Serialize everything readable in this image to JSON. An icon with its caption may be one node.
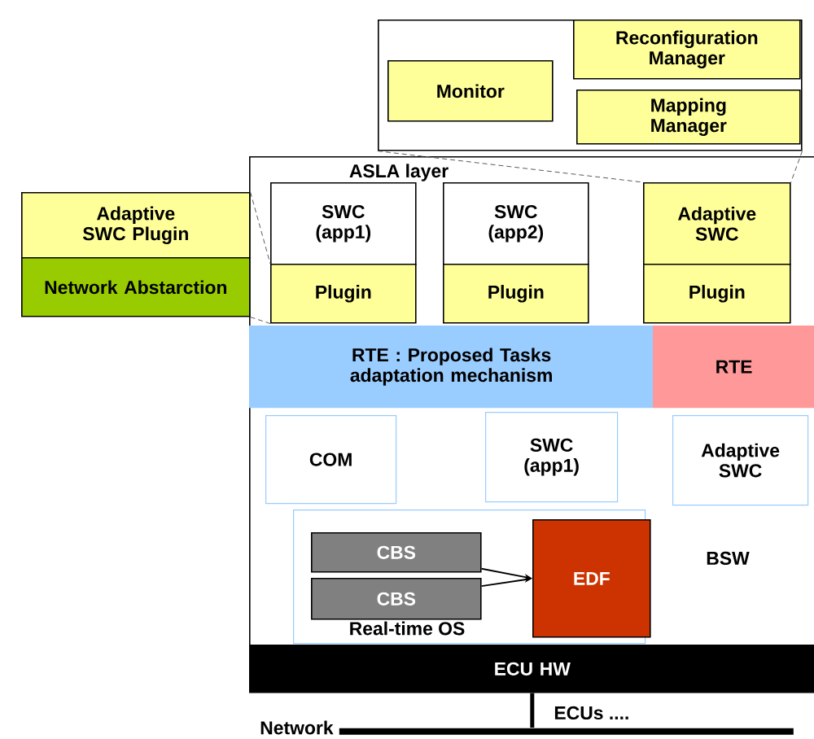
{
  "diagram": {
    "nodes": [
      {
        "text": [],
        "shape": "box"
      },
      {
        "text": [
          "Monitor"
        ],
        "in": 0
      },
      {
        "text": [
          "Reconfiguration Manager"
        ],
        "in": 0
      },
      {
        "text": [
          "Mapping Manager"
        ],
        "in": 0
      },
      {
        "text": [
          "ASLA layer"
        ]
      },
      {
        "text": [
          "Adaptive SWC Plugin"
        ]
      },
      {
        "text": [
          "Network Abstarction"
        ]
      },
      {
        "text": [
          "SWC (app1)"
        ],
        "in": 4
      },
      {
        "text": [
          "Plugin"
        ],
        "in": 4
      },
      {
        "text": [
          "SWC (app2)"
        ],
        "in": 4
      },
      {
        "text": [
          "Plugin"
        ],
        "in": 4
      },
      {
        "text": [
          "Adaptive SWC"
        ],
        "in": 4
      },
      {
        "text": [
          "Plugin"
        ],
        "in": 4
      },
      {
        "text": [
          "RTE : Proposed Tasks adaptation mechanism"
        ],
        "in": 4
      },
      {
        "text": [
          "RTE"
        ],
        "in": 4
      },
      {
        "text": [
          "COM"
        ],
        "in": 4
      },
      {
        "text": [
          "SWC (app1)"
        ],
        "in": 4
      },
      {
        "text": [
          "Adaptive SWC"
        ],
        "in": 4
      },
      {
        "text": [
          "Real-time OS"
        ],
        "in": 4
      },
      {
        "text": [
          "CBS"
        ],
        "in": 18
      },
      {
        "text": [
          "CBS"
        ],
        "in": 18
      },
      {
        "text": [
          "EDF"
        ],
        "in": 18
      },
      {
        "text": [
          "ECU HW"
        ]
      },
      {
        "text": [],
        "shape": "bar"
      }
    ],
    "edges": [
      {
        "from": 5,
        "to": 8,
        "arrow": "none",
        "style": "dashed"
      },
      {
        "from": 6,
        "to": 8,
        "arrow": "none",
        "style": "dashed"
      },
      {
        "from": 0,
        "to": 11,
        "arrow": "none",
        "style": "dashed"
      },
      {
        "from": 0,
        "to": 11,
        "arrow": "none",
        "style": "dashed"
      },
      {
        "from": 19,
        "to": 21,
        "arrow": "to"
      },
      {
        "from": 20,
        "to": 21,
        "arrow": "to"
      },
      {
        "from": 22,
        "to": 23,
        "arrow": "none",
        "style": "thick"
      }
    ],
    "labels": [
      "BSW",
      "Network",
      "ECUs ...."
    ]
  }
}
